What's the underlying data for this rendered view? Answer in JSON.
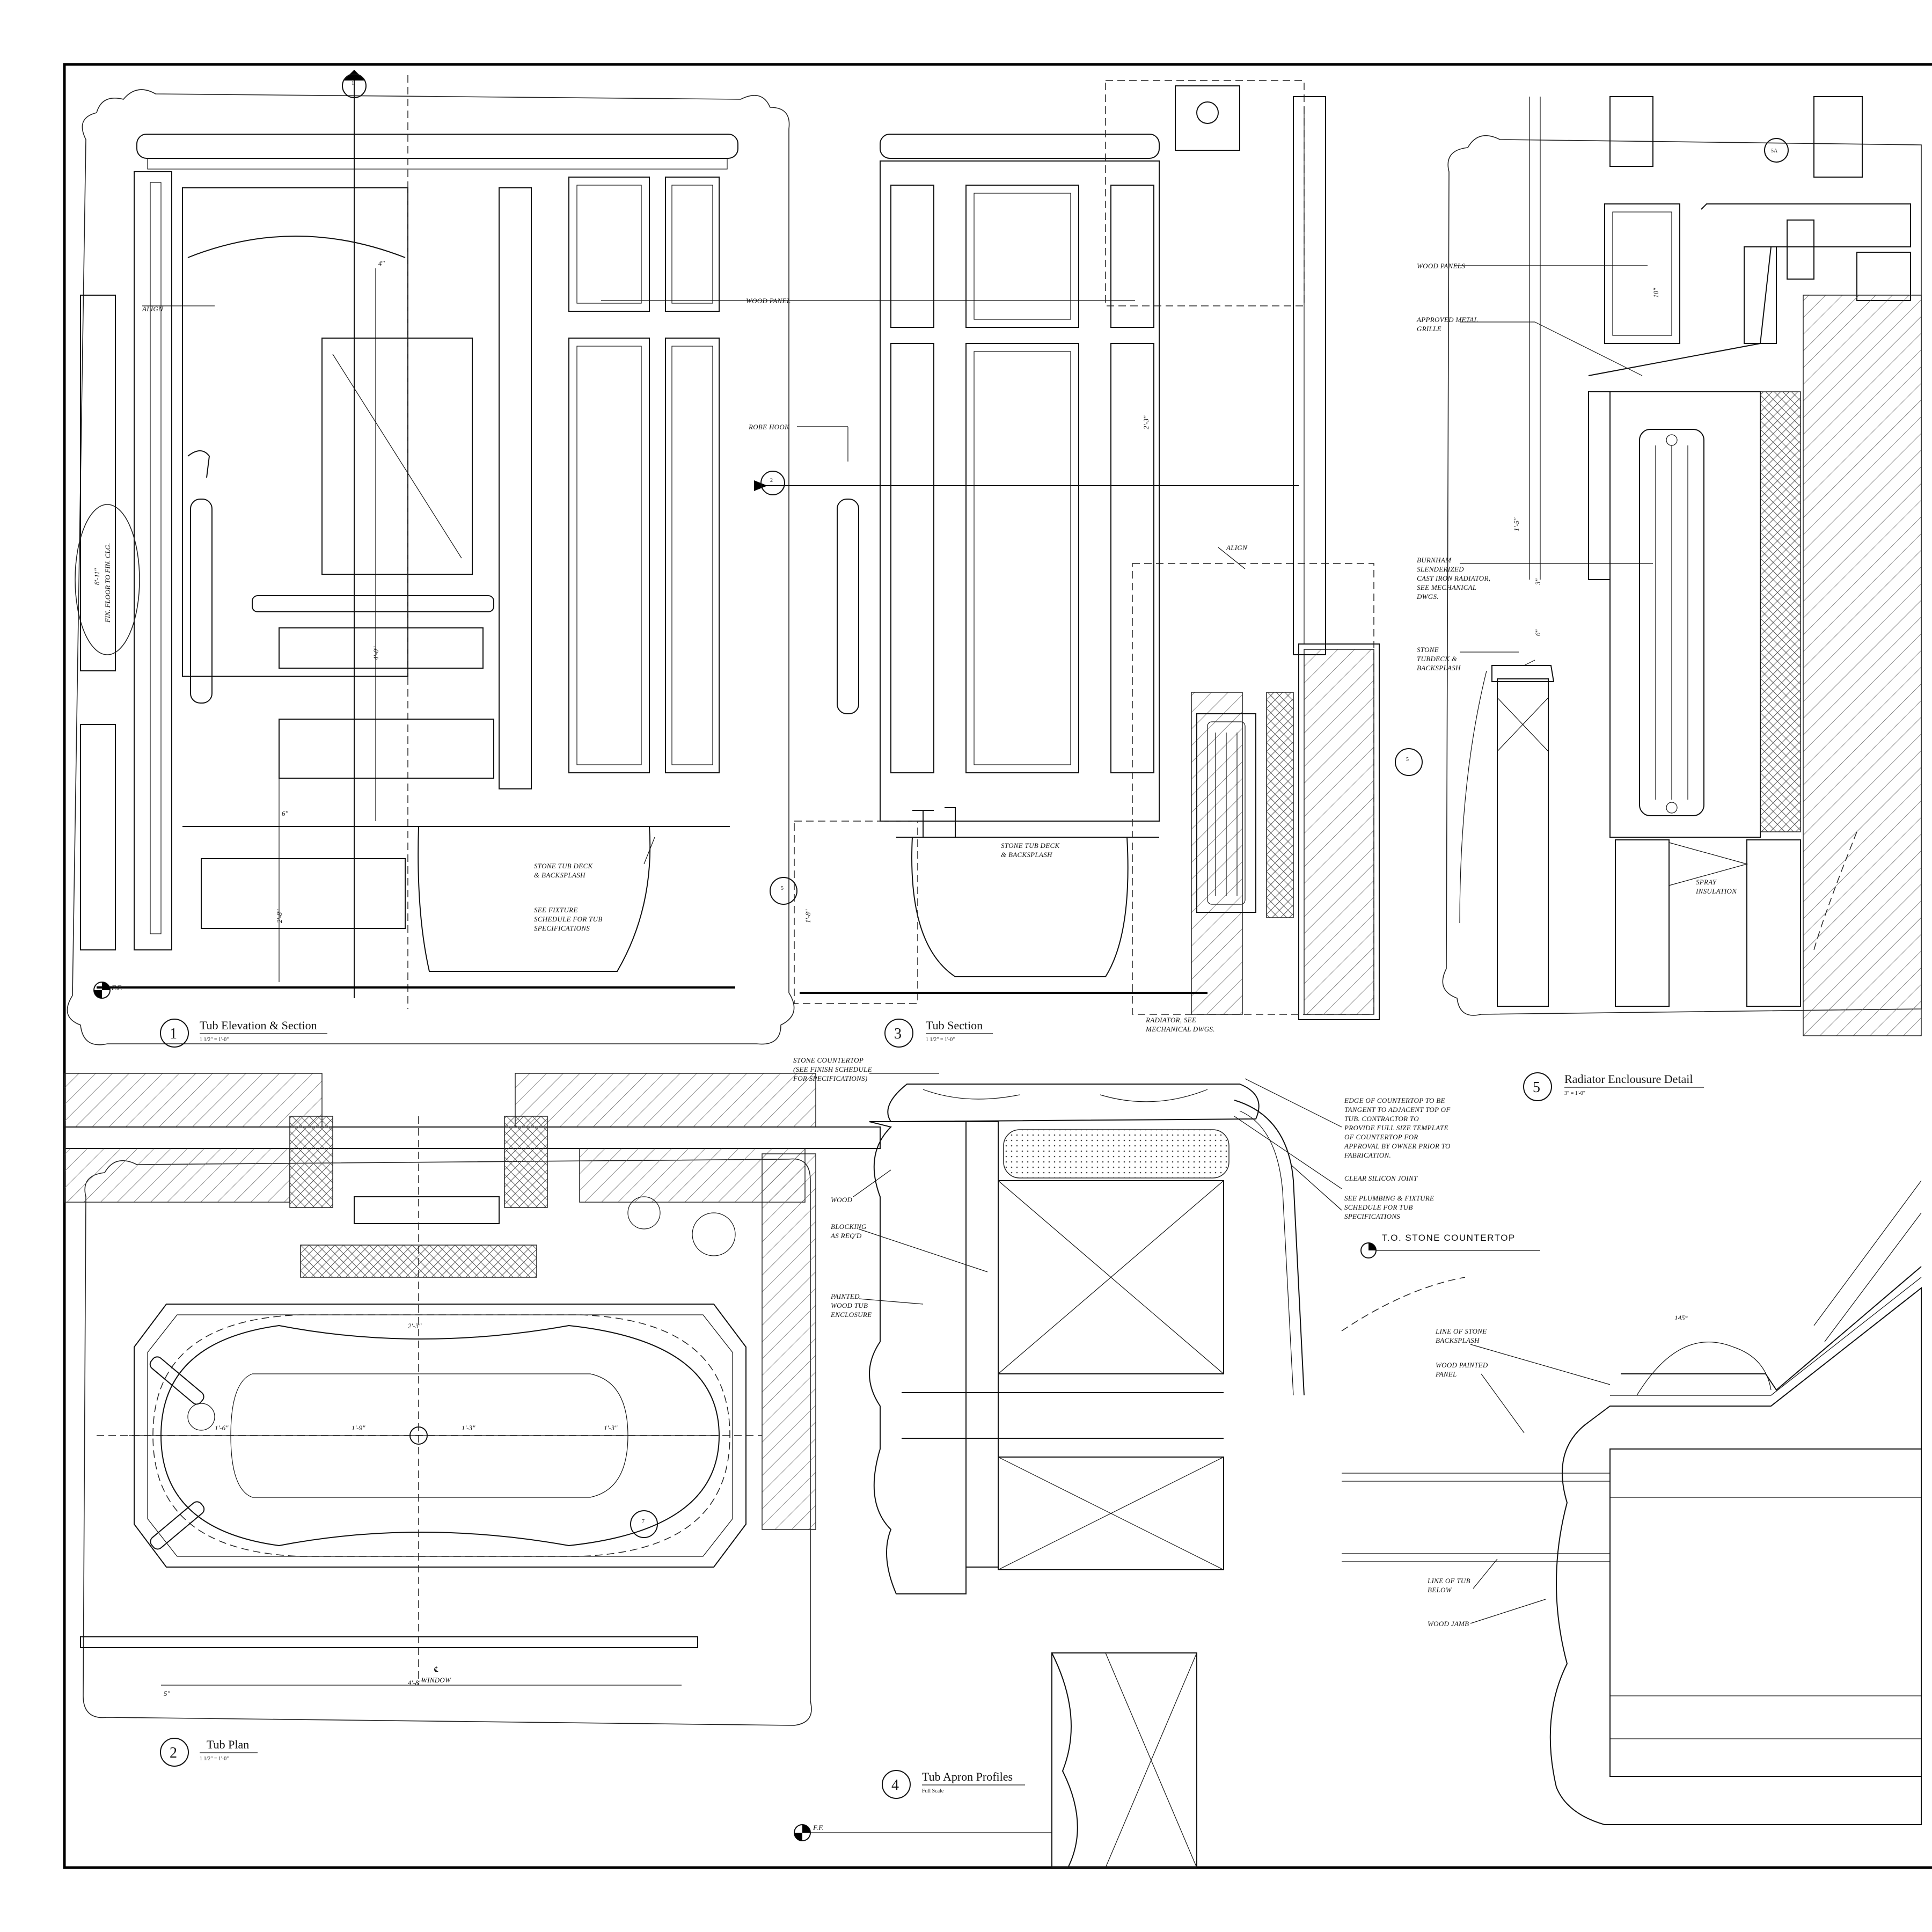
{
  "details": [
    {
      "number": "1",
      "title": "Tub Elevation & Section",
      "scale": "1 1/2\" = 1'-0\""
    },
    {
      "number": "2",
      "title": "Tub  Plan",
      "scale": "1 1/2\" = 1'-0\""
    },
    {
      "number": "3",
      "title": "Tub Section",
      "scale": "1 1/2\" = 1'-0\""
    },
    {
      "number": "4",
      "title": "Tub Apron Profiles",
      "scale": "Full Scale"
    },
    {
      "number": "5",
      "title": "Radiator Enclousure Detail",
      "scale": "3\" = 1'-0\""
    }
  ],
  "notes": {
    "align_1": "ALIGN",
    "wood_panel": "WOOD PANEL",
    "robe_hook": "ROBE HOOK",
    "align_2": "ALIGN",
    "stone_tub_deck_1": [
      "STONE TUB DECK",
      "& BACKSPLASH"
    ],
    "see_fixture": [
      "SEE FIXTURE",
      "SCHEDULE FOR TUB",
      "SPECIFICATIONS"
    ],
    "stone_tub_deck_3": [
      "STONE TUB DECK",
      "& BACKSPLASH"
    ],
    "radiator_see": [
      "RADIATOR, SEE",
      "MECHANICAL DWGS."
    ],
    "wood_panels": "WOOD PANELS",
    "metal_grille": [
      "APPROVED METAL",
      "GRILLE"
    ],
    "burnham": [
      "BURNHAM",
      "SLENDERIZED",
      "CAST IRON RADIATOR,",
      "SEE MECHANICAL",
      "DWGS."
    ],
    "stone_tubdeck": [
      "STONE",
      "TUBDECK &",
      "BACKSPLASH"
    ],
    "spray_insulation": [
      "SPRAY",
      "INSULATION"
    ],
    "stone_countertop": [
      "STONE COUNTERTOP",
      "(SEE FINISH SCHEDULE",
      "FOR SPECIFICATIONS)"
    ],
    "edge_countertop": [
      "EDGE OF COUNTERTOP TO BE",
      "TANGENT TO ADJACENT TOP OF",
      "TUB.  CONTRACTOR TO",
      "PROVIDE FULL SIZE TEMPLATE",
      "OF COUNTERTOP FOR",
      "APPROVAL BY OWNER PRIOR TO",
      "FABRICATION."
    ],
    "clear_silicon": "CLEAR SILICON JOINT",
    "see_plumbing": [
      "SEE PLUMBING & FIXTURE",
      "SCHEDULE FOR TUB",
      "SPECIFICATIONS"
    ],
    "wood": "WOOD",
    "blocking": [
      "BLOCKING",
      "AS REQ'D"
    ],
    "painted_enclosure": [
      "PAINTED",
      "WOOD TUB",
      "ENCLOSURE"
    ],
    "to_stone_countertop": "T.O. STONE COUNTERTOP",
    "line_stone_backsplash": [
      "LINE OF STONE",
      "BACKSPLASH"
    ],
    "wood_painted_panel": [
      "WOOD PAINTED",
      "PANEL"
    ],
    "line_tub_below": [
      "LINE OF TUB",
      "BELOW"
    ],
    "wood_jamb": "WOOD JAMB",
    "angle": "145°",
    "ff_1": "F.F.",
    "ff_4": "F.F.",
    "centerline": "℄",
    "window": "WINDOW",
    "height": "8'-11\"",
    "height_note": "FIN. FLOOR TO FIN. CLG."
  },
  "dimensions": {
    "d1": "4\"",
    "d2": "2'-8\"",
    "d3": "6\"",
    "d4": "4'-0\"",
    "d5": "1'-8\"",
    "d6": "2'-3\"",
    "d7": "1'-5\"",
    "d8": "3\"",
    "d9": "6\"",
    "d10": "10\"",
    "d11": "2'-3\"",
    "d12": "1'-9\"",
    "d13": "1'-3\"",
    "d14": "1'-3\"",
    "d15": "1'-6\"",
    "d16": "4'-8\"",
    "d17": "5\""
  },
  "markers": {
    "m1": "1",
    "m2": "5",
    "m3": "2",
    "m4": "5",
    "m5": "5A",
    "m6": "4",
    "m7": "3",
    "m8": "7"
  }
}
